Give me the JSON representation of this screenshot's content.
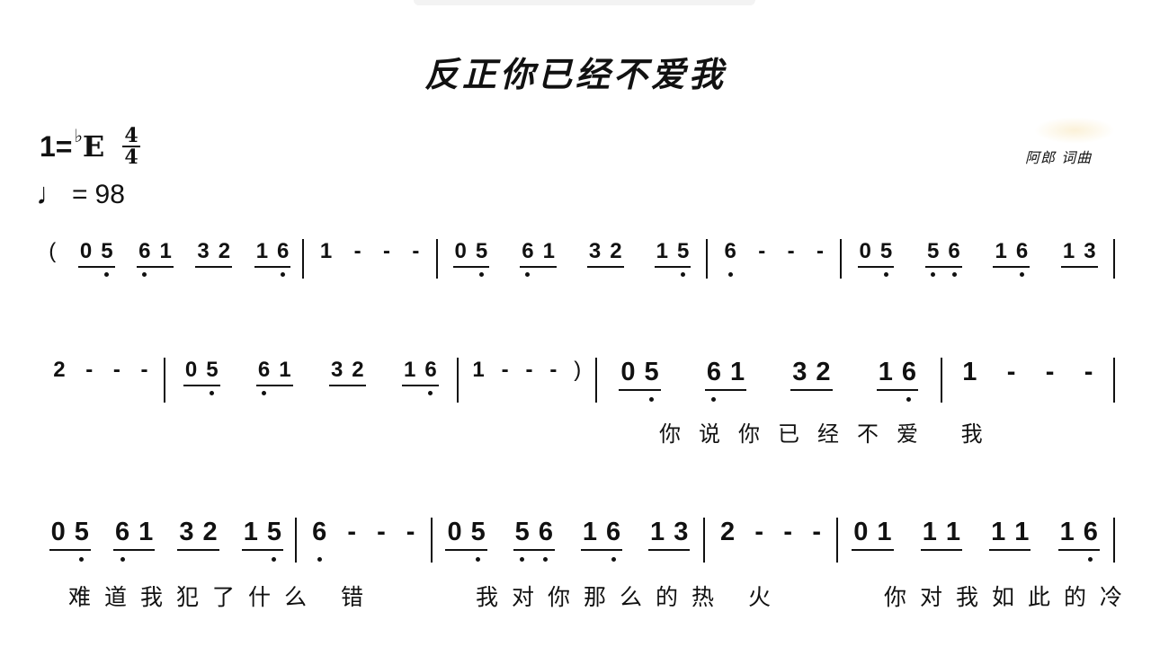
{
  "title": "反正你已经不爱我",
  "key": {
    "one": "1",
    "eq": "=",
    "flat": "♭",
    "note": "E",
    "time_num": "4",
    "time_den": "4"
  },
  "tempo": {
    "symbol": "♩",
    "eq": "=",
    "bpm": "98"
  },
  "author": "阿郎  词曲",
  "rows": [
    {
      "size": "small",
      "measures": [
        {
          "prefix": "(",
          "groups": [
            {
              "notes": [
                "0",
                "5"
              ],
              "low": [
                false,
                true
              ]
            },
            {
              "notes": [
                "6",
                "1"
              ],
              "low": [
                true,
                false
              ]
            },
            {
              "notes": [
                "3",
                "2"
              ],
              "low": [
                false,
                false
              ]
            },
            {
              "notes": [
                "1",
                "6"
              ],
              "low": [
                false,
                true
              ]
            }
          ]
        },
        {
          "held": {
            "note": "1",
            "low": false,
            "dashes": [
              "-",
              "-",
              "-"
            ]
          }
        },
        {
          "groups": [
            {
              "notes": [
                "0",
                "5"
              ],
              "low": [
                false,
                true
              ]
            },
            {
              "notes": [
                "6",
                "1"
              ],
              "low": [
                true,
                false
              ]
            },
            {
              "notes": [
                "3",
                "2"
              ],
              "low": [
                false,
                false
              ]
            },
            {
              "notes": [
                "1",
                "5"
              ],
              "low": [
                false,
                true
              ]
            }
          ]
        },
        {
          "held": {
            "note": "6",
            "low": true,
            "dashes": [
              "-",
              "-",
              "-"
            ]
          }
        },
        {
          "groups": [
            {
              "notes": [
                "0",
                "5"
              ],
              "low": [
                false,
                true
              ]
            },
            {
              "notes": [
                "5",
                "6"
              ],
              "low": [
                true,
                true
              ]
            },
            {
              "notes": [
                "1",
                "6"
              ],
              "low": [
                false,
                true
              ]
            },
            {
              "notes": [
                "1",
                "3"
              ],
              "low": [
                false,
                false
              ]
            }
          ]
        }
      ]
    },
    {
      "size": "mixed",
      "measures": [
        {
          "held": {
            "note": "2",
            "low": false,
            "dashes": [
              "-",
              "-",
              "-"
            ]
          }
        },
        {
          "groups": [
            {
              "notes": [
                "0",
                "5"
              ],
              "low": [
                false,
                true
              ]
            },
            {
              "notes": [
                "6",
                "1"
              ],
              "low": [
                true,
                false
              ]
            },
            {
              "notes": [
                "3",
                "2"
              ],
              "low": [
                false,
                false
              ]
            },
            {
              "notes": [
                "1",
                "6"
              ],
              "low": [
                false,
                true
              ]
            }
          ]
        },
        {
          "held": {
            "note": "1",
            "low": false,
            "dashes": [
              "-",
              "-",
              "-"
            ]
          },
          "suffix": ")"
        },
        {
          "groups": [
            {
              "notes": [
                "0",
                "5"
              ],
              "low": [
                false,
                true
              ]
            },
            {
              "notes": [
                "6",
                "1"
              ],
              "low": [
                true,
                false
              ]
            },
            {
              "notes": [
                "3",
                "2"
              ],
              "low": [
                false,
                false
              ]
            },
            {
              "notes": [
                "1",
                "6"
              ],
              "low": [
                false,
                true
              ]
            }
          ]
        },
        {
          "held": {
            "note": "1",
            "low": false,
            "dashes": [
              "-",
              "-",
              "-"
            ]
          }
        }
      ]
    },
    {
      "size": "big",
      "measures": [
        {
          "groups": [
            {
              "notes": [
                "0",
                "5"
              ],
              "low": [
                false,
                true
              ]
            },
            {
              "notes": [
                "6",
                "1"
              ],
              "low": [
                true,
                false
              ]
            },
            {
              "notes": [
                "3",
                "2"
              ],
              "low": [
                false,
                false
              ]
            },
            {
              "notes": [
                "1",
                "5"
              ],
              "low": [
                false,
                true
              ]
            }
          ]
        },
        {
          "held": {
            "note": "6",
            "low": true,
            "dashes": [
              "-",
              "-",
              "-"
            ]
          }
        },
        {
          "groups": [
            {
              "notes": [
                "0",
                "5"
              ],
              "low": [
                false,
                true
              ]
            },
            {
              "notes": [
                "5",
                "6"
              ],
              "low": [
                true,
                true
              ]
            },
            {
              "notes": [
                "1",
                "6"
              ],
              "low": [
                false,
                true
              ]
            },
            {
              "notes": [
                "1",
                "3"
              ],
              "low": [
                false,
                false
              ]
            }
          ]
        },
        {
          "held": {
            "note": "2",
            "low": false,
            "dashes": [
              "-",
              "-",
              "-"
            ]
          }
        },
        {
          "groups": [
            {
              "notes": [
                "0",
                "1"
              ],
              "low": [
                false,
                false
              ]
            },
            {
              "notes": [
                "1",
                "1"
              ],
              "low": [
                false,
                false
              ]
            },
            {
              "notes": [
                "1",
                "1"
              ],
              "low": [
                false,
                false
              ]
            },
            {
              "notes": [
                "1",
                "6"
              ],
              "low": [
                false,
                true
              ]
            }
          ]
        }
      ]
    }
  ],
  "lyrics": {
    "row2": "你说你已经不爱 我",
    "row3": [
      "难道我犯了什么 错",
      "我对你那么的热 火",
      "你对我如此的冷"
    ]
  }
}
